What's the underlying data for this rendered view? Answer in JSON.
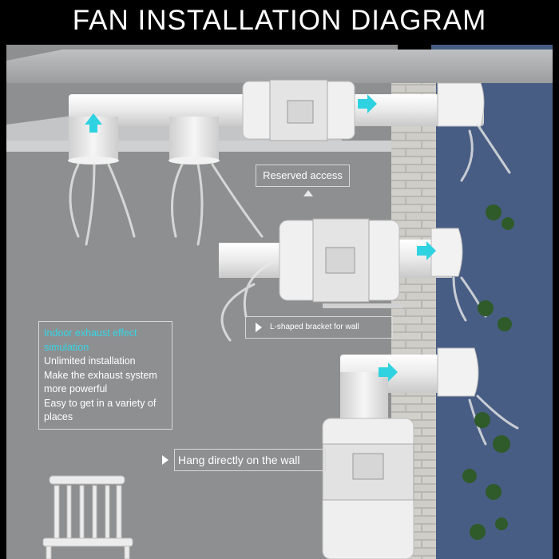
{
  "title": "FAN INSTALLATION DIAGRAM",
  "labels": {
    "reserved_access": "Reserved access",
    "bracket": "L-shaped bracket for wall",
    "hang": "Hang directly on the wall"
  },
  "info_box": {
    "heading_lines": [
      "Indoor exhaust effect",
      "simulation"
    ],
    "lines": [
      "Unlimited installation",
      "Make the exhaust system",
      "more powerful",
      "Easy to get in a variety of",
      "places"
    ]
  },
  "colors": {
    "background": "#000000",
    "title_text": "#ffffff",
    "indoor_wall": "#8e8f90",
    "exterior_wall": "#4a5f86",
    "brick": "#c7c5c0",
    "duct": "#ececec",
    "airflow_arrow": "#2fd2e0",
    "heading_text": "#33d6e6",
    "label_text": "#ffffff",
    "foliage": "#2f5a2a"
  },
  "icons": [
    "up-arrow-icon",
    "right-arrow-icon",
    "triangle-pointer-icon",
    "chair-icon",
    "fan-icon",
    "leaf-icon"
  ]
}
